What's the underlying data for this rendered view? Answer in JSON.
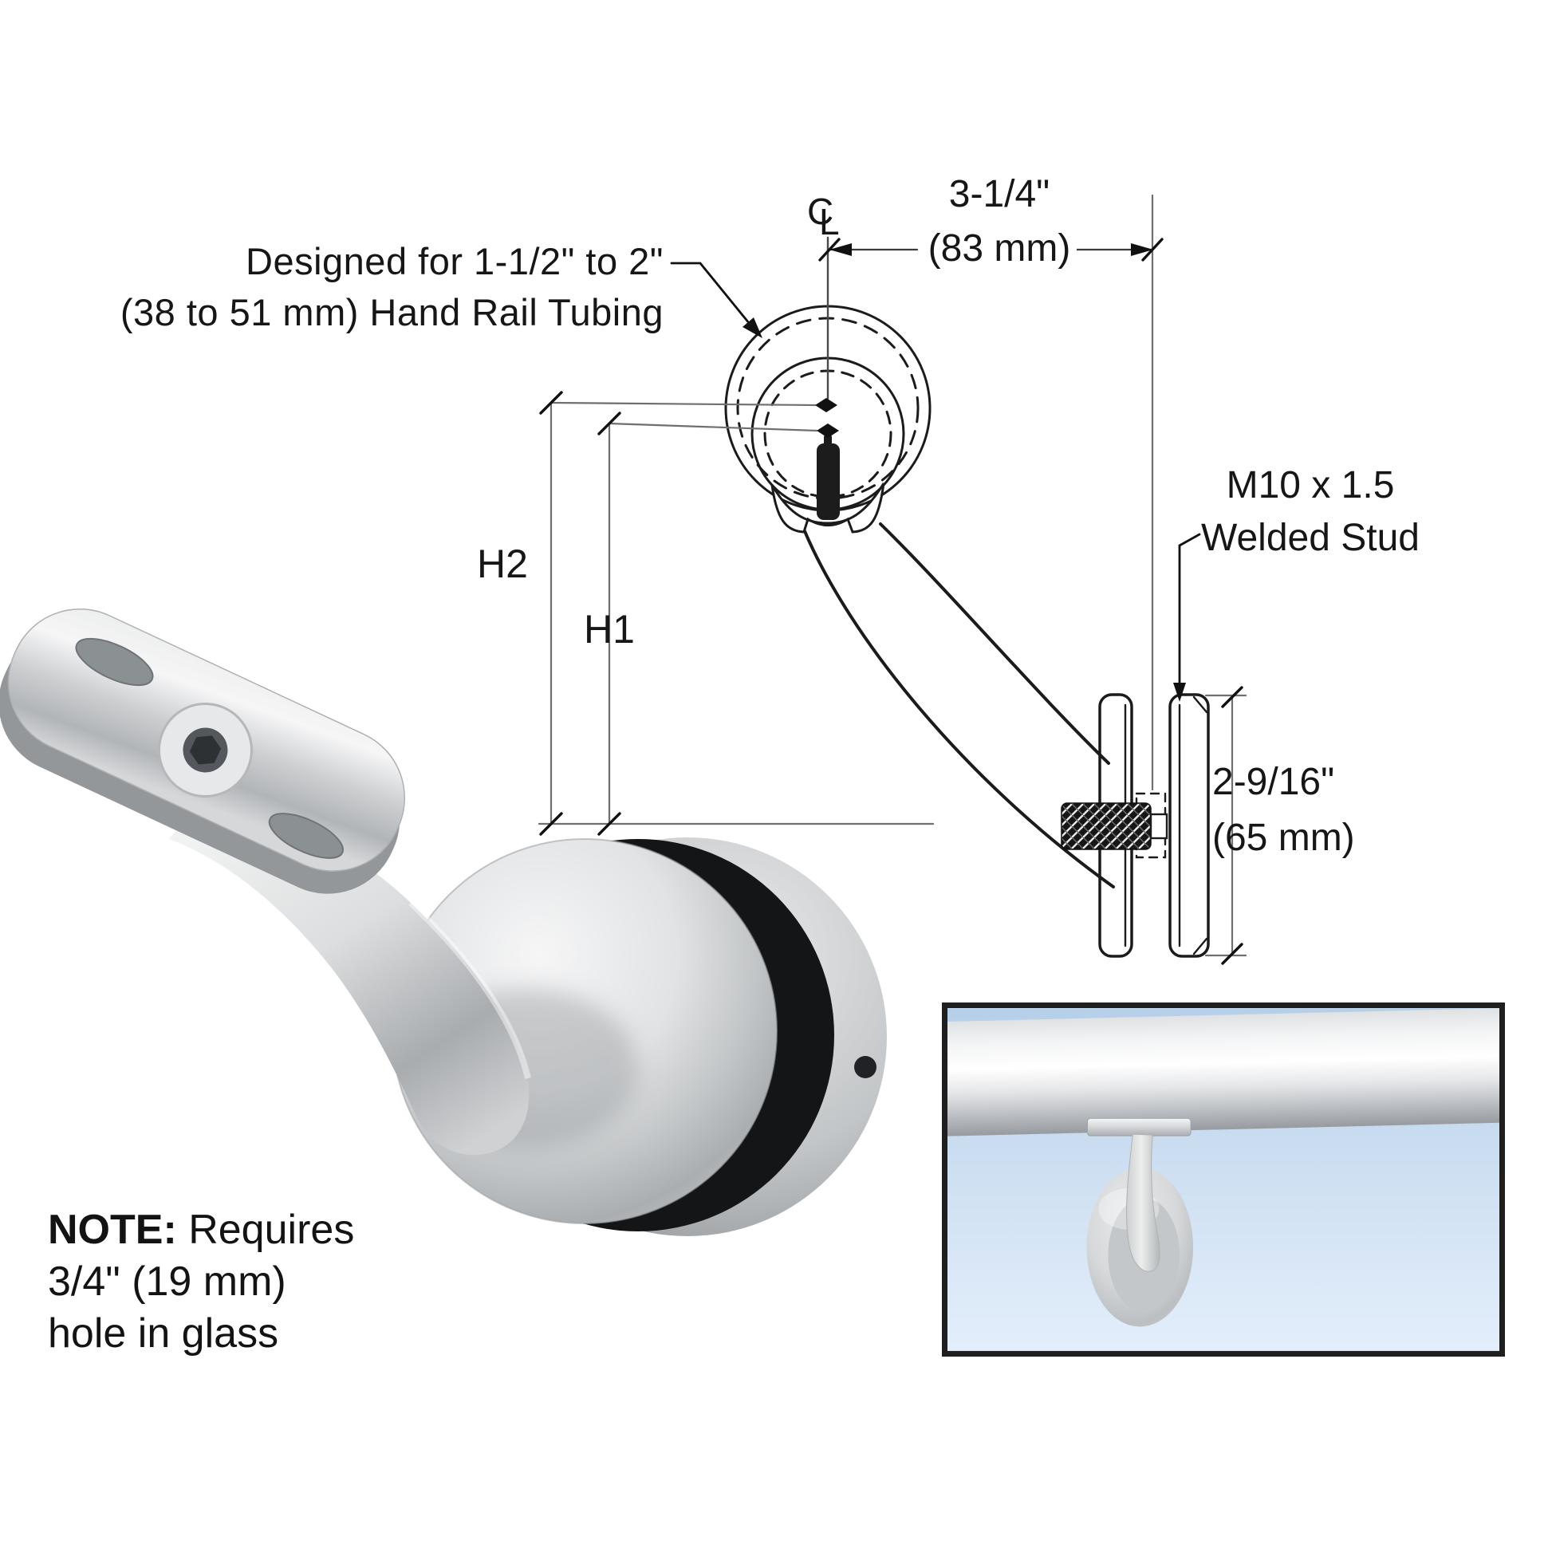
{
  "diagram": {
    "tubing_label": {
      "line1": "Designed for 1-1/2\" to 2\"",
      "line2": "(38 to 51 mm) Hand Rail Tubing"
    },
    "centerline": {
      "c": "C",
      "l": "L"
    },
    "width_dim": {
      "inches": "3-1/4\"",
      "mm": "(83 mm)"
    },
    "stud_label": {
      "line1": "M10 x 1.5",
      "line2": "Welded Stud"
    },
    "height_dim": {
      "inches": "2-9/16\"",
      "mm": "(65 mm)"
    },
    "h2": "H2",
    "h1": "H1"
  },
  "note": {
    "label": "NOTE:",
    "line1_rest": " Requires",
    "line2": "3/4\" (19 mm)",
    "line3": "hole in glass"
  },
  "colors": {
    "line": "#1b1b1b",
    "dim_line": "#6f6f6f",
    "gasket": "#141517",
    "sky_top": "#b6cfe9",
    "sky_bottom": "#e3eefb",
    "inset_border": "#1f1f1f",
    "metal_light": "#f2f3f4",
    "metal_dark": "#a7abae"
  }
}
